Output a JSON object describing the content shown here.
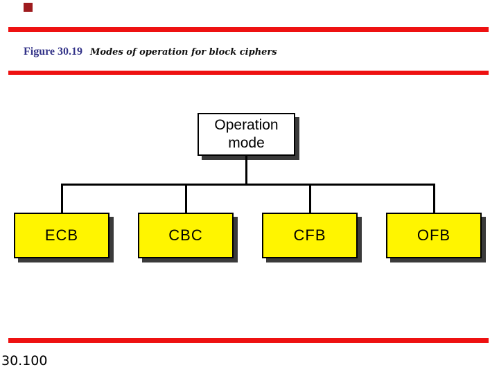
{
  "slide": {
    "figure_label": "Figure 30.19",
    "figure_caption": "Modes of operation for block ciphers",
    "page_number": "30.100",
    "colors": {
      "accent_red": "#ee1111",
      "title_blue": "#333388",
      "node_yellow": "#fff500",
      "shadow": "#3a3a3a",
      "bullet_maroon": "#9e1b1e"
    }
  },
  "diagram": {
    "root": {
      "label": "Operation mode"
    },
    "children": [
      {
        "label": "ECB"
      },
      {
        "label": "CBC"
      },
      {
        "label": "CFB"
      },
      {
        "label": "OFB"
      }
    ]
  }
}
